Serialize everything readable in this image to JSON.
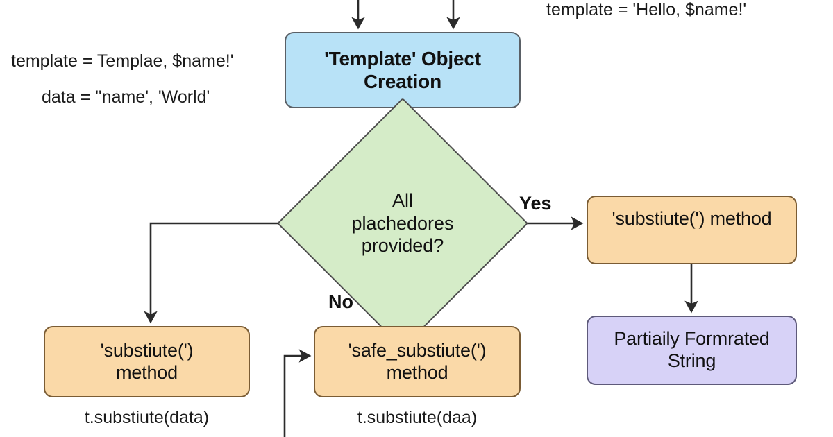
{
  "diagram": {
    "type": "flowchart",
    "background": "#ffffff",
    "colors": {
      "blue_fill": "#b8e2f7",
      "green_fill": "#d5ecc8",
      "orange_fill": "#fad9a8",
      "purple_fill": "#d7d2f7",
      "edge_stroke": "#2b2b2b",
      "text": "#111111"
    },
    "nodes": {
      "template_object_creation": "'Template' Object\nCreation",
      "decision": "All\nplachedores\nprovided?",
      "substitute_right": "'substiute(') method",
      "partially_formatted_string": "Partiaily Formrated\nString",
      "substitute_bottom_left": "'substiute(')\nmethod",
      "safe_substitute_middle": "'safe_substiute(')\nmethod"
    },
    "annotations": {
      "template_left": "template = Templae, $name!'",
      "data_left": "data = ''name', 'World'",
      "template_right": "template = 'Hello, $name!'",
      "caption_left": "t.substiute(data)",
      "caption_middle": "t.substiute(daa)"
    },
    "edge_labels": {
      "yes": "Yes",
      "no": "No"
    }
  }
}
